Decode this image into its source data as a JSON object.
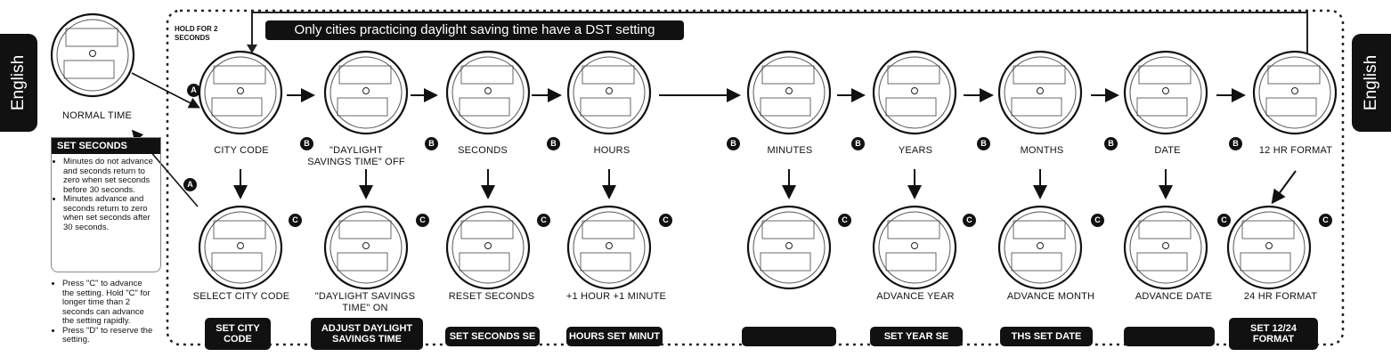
{
  "side_tab": "English",
  "banner": "Only cities practicing daylight saving time have a DST setting",
  "hold_note": "HOLD FOR 2 SECONDS",
  "normal_label": "NORMAL TIME",
  "top_labels": [
    "CITY CODE",
    "\"DAYLIGHT SAVINGS TIME\" OFF",
    "SECONDS",
    "HOURS",
    "MINUTES",
    "YEARS",
    "MONTHS",
    "DATE",
    "12 HR FORMAT"
  ],
  "bottom_labels": [
    "SELECT CITY CODE",
    "\"DAYLIGHT SAVINGS TIME\" ON",
    "RESET SECONDS",
    "+1 HOUR +1 MINUTE",
    "",
    "ADVANCE YEAR",
    "ADVANCE MONTH",
    "ADVANCE DATE",
    "24 HR FORMAT"
  ],
  "pills": [
    "SET CITY CODE",
    "ADJUST DAYLIGHT SAVINGS TIME",
    "SET SECONDS SE",
    "HOURS SET MINUT",
    "",
    "SET YEAR SE",
    "THS SET DATE",
    "",
    "SET 12/24 FORMAT"
  ],
  "set_seconds": {
    "title": "SET SECONDS",
    "bullets": [
      "Minutes do not advance and seconds return to zero when set seconds before 30 seconds.",
      "Minutes advance and seconds return to zero when set seconds after 30 seconds."
    ]
  },
  "press_notes": [
    "Press \"C\" to advance the setting. Hold \"C\" for longer time than 2 seconds can advance the setting rapidly.",
    "Press \"D\" to reserve the setting."
  ],
  "button_letters": {
    "a": "A",
    "b": "B",
    "c": "C"
  }
}
